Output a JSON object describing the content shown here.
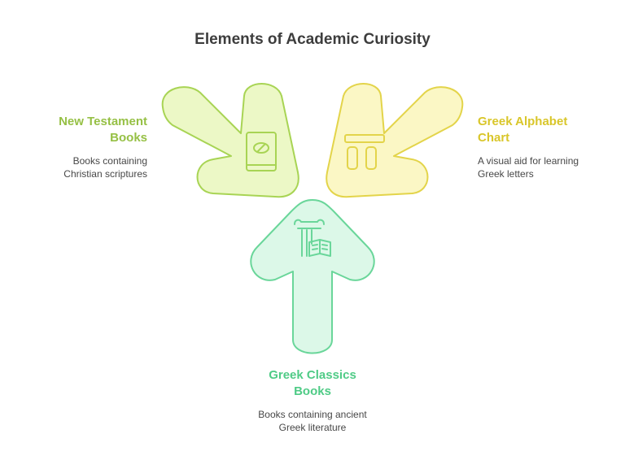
{
  "title": "Elements of Academic Curiosity",
  "items": {
    "new_testament": {
      "heading_line1": "New Testament",
      "heading_line2": "Books",
      "desc_line1": "Books containing",
      "desc_line2": "Christian scriptures",
      "icon": "book-icon",
      "fill": "#ecf8c6",
      "stroke": "#a8d454"
    },
    "greek_alphabet": {
      "heading_line1": "Greek Alphabet",
      "heading_line2": "Chart",
      "desc_line1": "A visual aid for learning",
      "desc_line2": "Greek letters",
      "icon": "greek-pillars-icon",
      "fill": "#fbf7c5",
      "stroke": "#e3d44a"
    },
    "greek_classics": {
      "heading_line1": "Greek Classics",
      "heading_line2": "Books",
      "desc_line1": "Books containing ancient",
      "desc_line2": "Greek literature",
      "icon": "column-book-icon",
      "fill": "#dcf8e8",
      "stroke": "#6ad69a"
    }
  }
}
